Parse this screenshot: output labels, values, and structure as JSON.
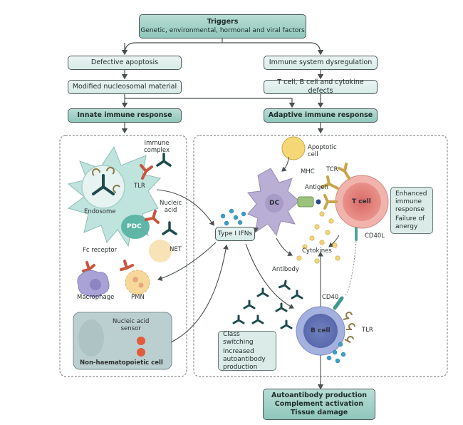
{
  "flowchart": {
    "triggers": {
      "title": "Triggers",
      "subtitle": "Genetic, environmental, hormonal and viral factors"
    },
    "left_branch": [
      "Defective apoptosis",
      "Modified nucleosomal material",
      "Innate immune response"
    ],
    "right_branch": [
      "Immune system dysregulation",
      "T cell, B cell and cytokine defects",
      "Adaptive immune response"
    ],
    "outcome": [
      "Autoantibody production",
      "Complement activation",
      "Tissue damage"
    ]
  },
  "innate_panel": {
    "immune_complex": [
      "Immune",
      "complex"
    ],
    "tlr": "TLR",
    "endosome": "Endosome",
    "pdc": "PDC",
    "nucleic_acid": [
      "Nucleic",
      "acid"
    ],
    "net": "NET",
    "fc_receptor": "Fc receptor",
    "macrophage": "Macrophage",
    "pmn": "PMN",
    "sensor": [
      "Nucleic acid",
      "sensor"
    ],
    "non_haem": "Non-haematopoietic cell"
  },
  "adaptive_panel": {
    "apoptotic_cell": [
      "Apoptotic",
      "cell"
    ],
    "mhc": "MHC",
    "tcr": "TCR",
    "antigen": "Antigen",
    "dc": "DC",
    "t_cell": "T cell",
    "cd40l": "CD40L",
    "cd40": "CD40",
    "cytokines": "Cytokines",
    "antibody": "Antibody",
    "b_cell": "B cell",
    "tlr": "TLR",
    "type1_ifns": "Type I IFNs",
    "t_cell_box": [
      "Enhanced",
      "immune",
      "response",
      "Failure of",
      "anergy"
    ],
    "b_cell_box": [
      "Class switching",
      "Increased",
      "autoantibody",
      "production"
    ]
  },
  "colors": {
    "box_dark": "#8fc7bb",
    "box_light": "#e3f0ed",
    "pdc": "#bfe3dd",
    "dc": "#b9aed3",
    "t_cell": "#e68d88",
    "b_cell": "#7f8fc8",
    "ifn_dot": "#3c9fc3",
    "cytokine_dot": "#f2cf6e",
    "antibody": "#1e4a4e",
    "receptor": "#c9553f"
  }
}
